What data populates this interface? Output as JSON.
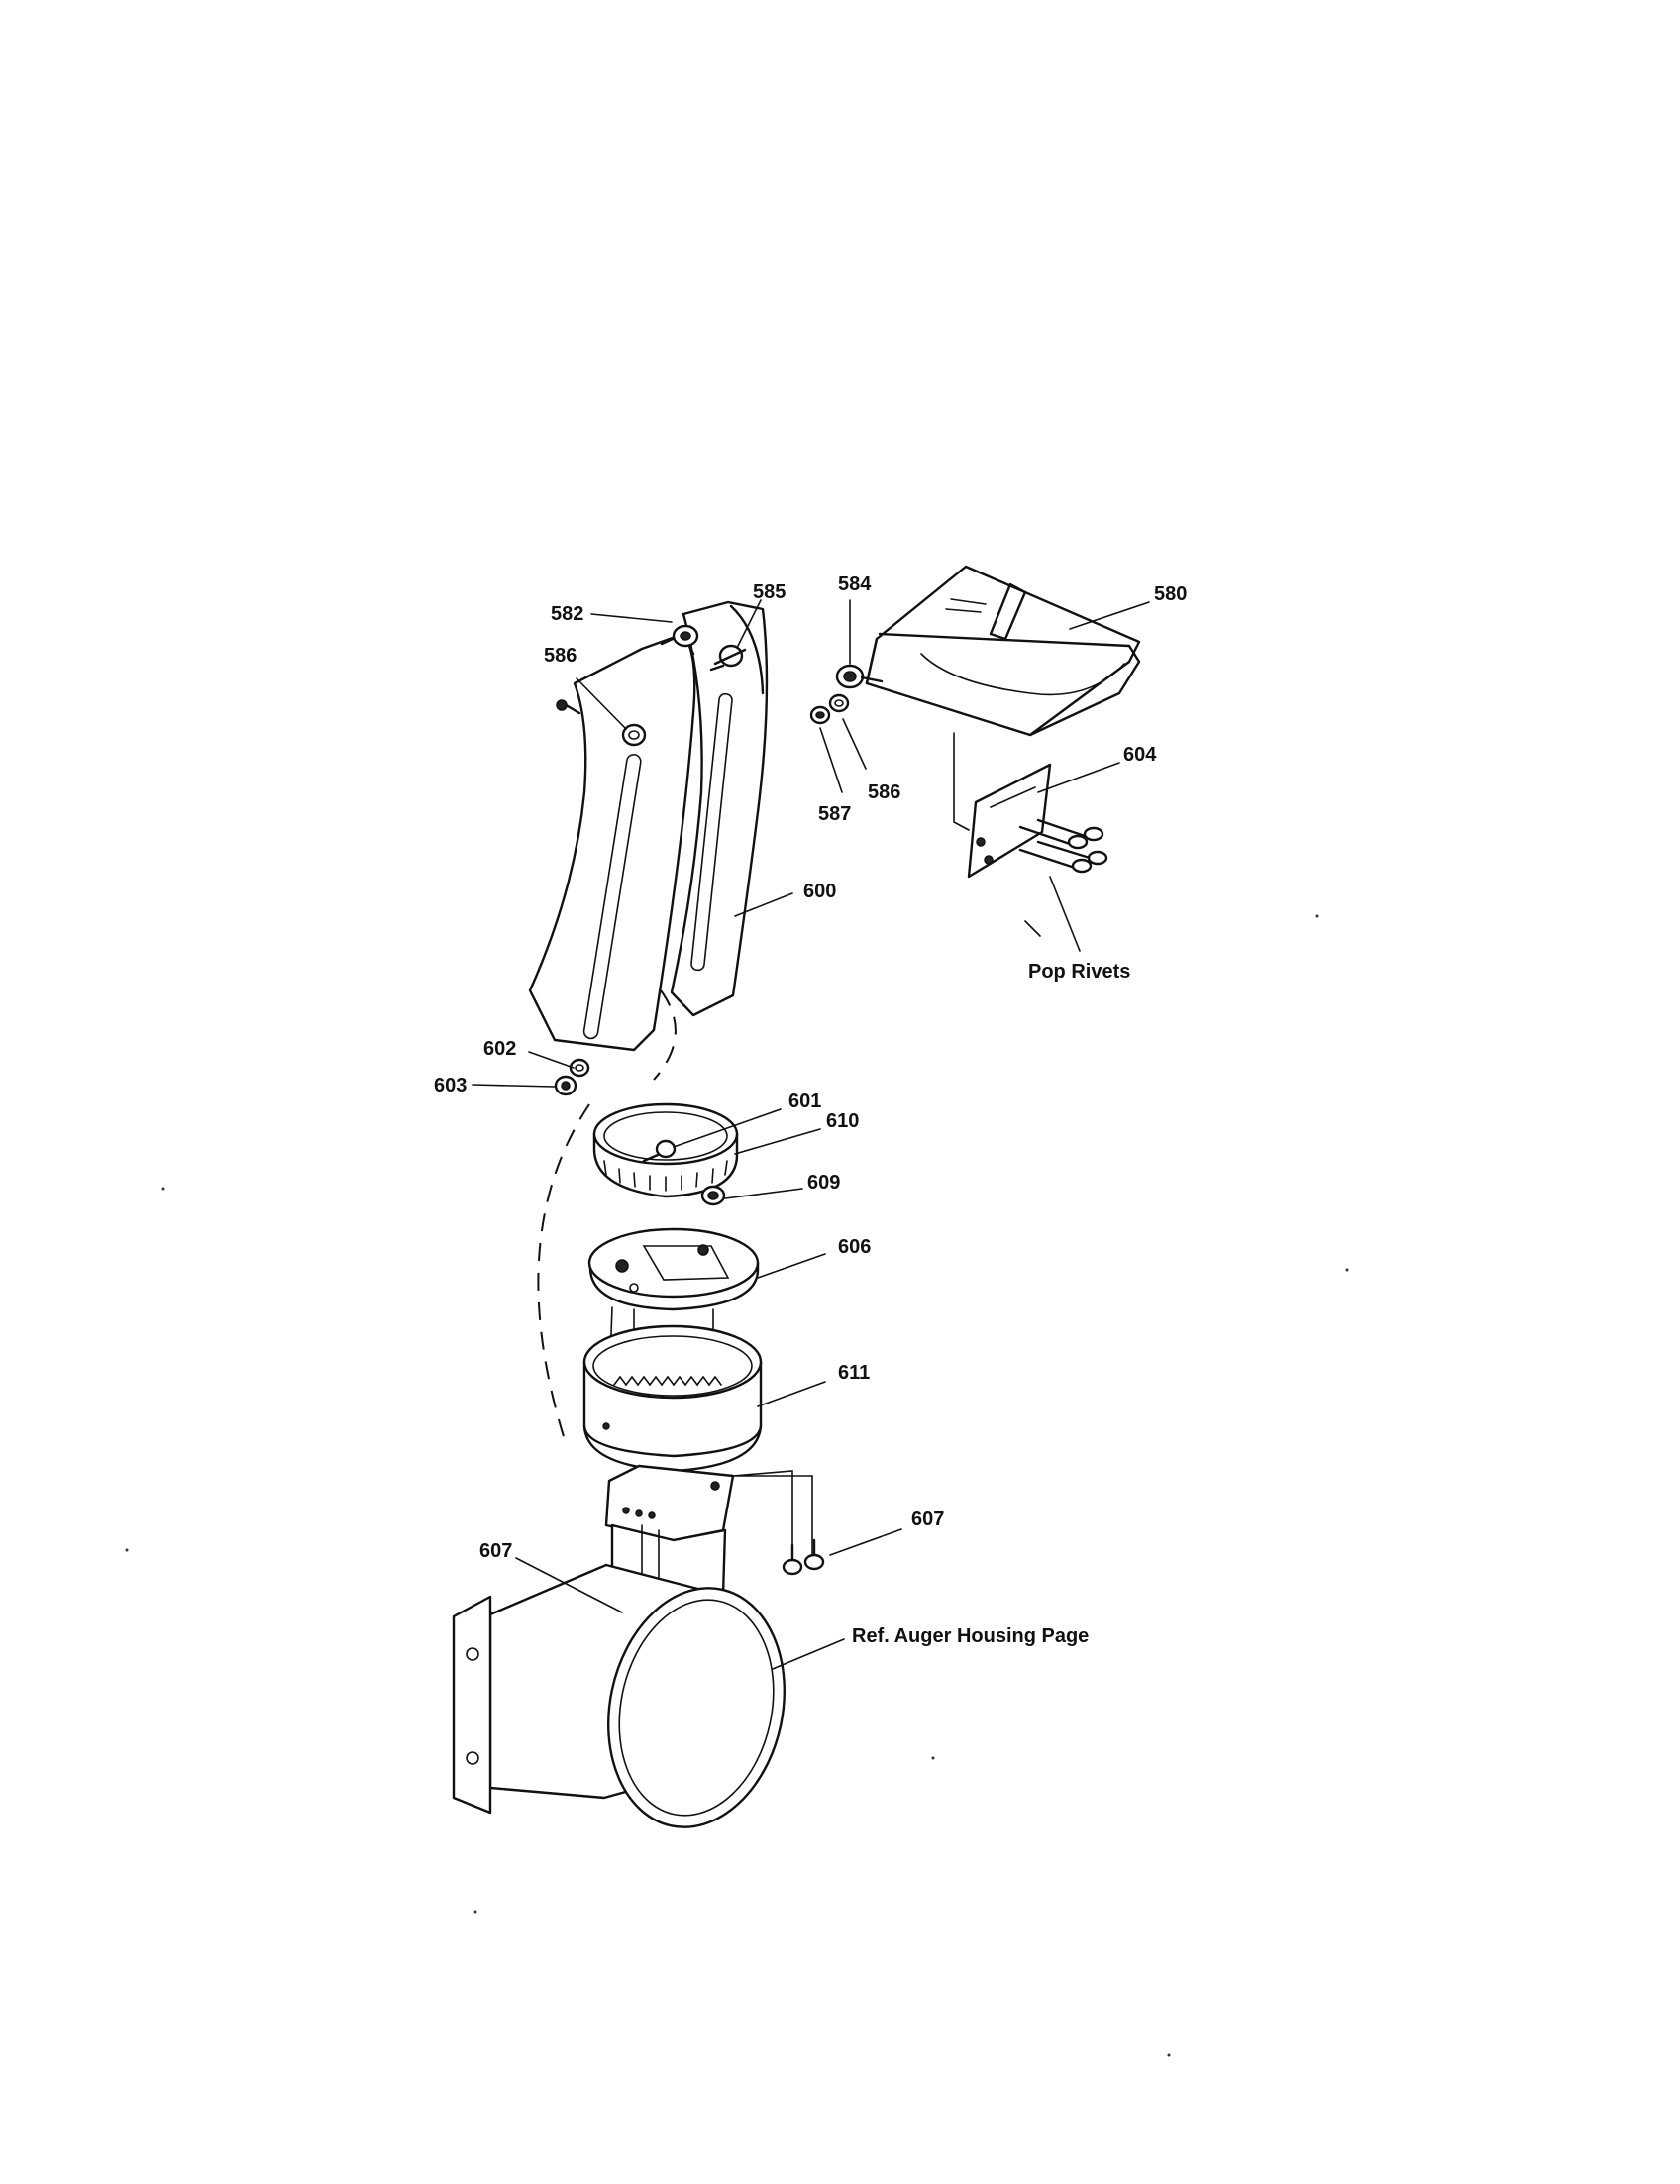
{
  "diagram": {
    "callouts": {
      "p580": "580",
      "p582": "582",
      "p584": "584",
      "p585": "585",
      "p586a": "586",
      "p586b": "586",
      "p587": "587",
      "p600": "600",
      "p601": "601",
      "p602": "602",
      "p603": "603",
      "p604": "604",
      "p606": "606",
      "p607a": "607",
      "p607b": "607",
      "p609": "609",
      "p610": "610",
      "p611": "611"
    },
    "notes": {
      "pop_rivets": "Pop Rivets",
      "auger_ref": "Ref. Auger Housing Page"
    }
  }
}
